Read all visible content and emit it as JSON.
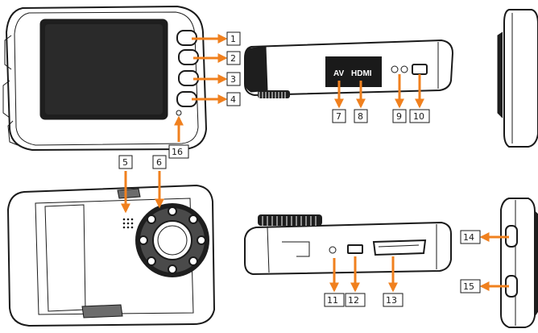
{
  "ports": {
    "av": "AV",
    "hdmi": "HDMI"
  },
  "callouts": [
    {
      "num": "1"
    },
    {
      "num": "2"
    },
    {
      "num": "3"
    },
    {
      "num": "4"
    },
    {
      "num": "5"
    },
    {
      "num": "6"
    },
    {
      "num": "7"
    },
    {
      "num": "8"
    },
    {
      "num": "9"
    },
    {
      "num": "10"
    },
    {
      "num": "11"
    },
    {
      "num": "12"
    },
    {
      "num": "13"
    },
    {
      "num": "14"
    },
    {
      "num": "15"
    },
    {
      "num": "16"
    }
  ],
  "colors": {
    "arrow": "#f0801e",
    "outline": "#1a1a1a"
  }
}
